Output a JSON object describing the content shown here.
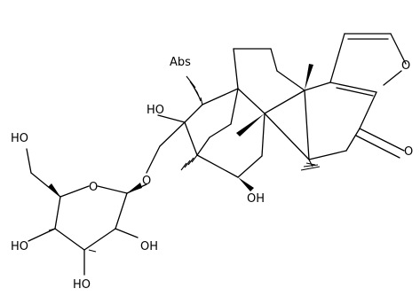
{
  "labels": {
    "o_furan": "O",
    "o_ketone": "O",
    "abs": "Abs",
    "ho_upper": "HO",
    "oh_b_ring": "OH",
    "o_ether": "O",
    "o_sugar_ring": "O",
    "ho_sugar_top": "HO",
    "ho_sugar_left": "HO",
    "oh_sugar_right": "OH",
    "ho_sugar_bottom": "HO"
  },
  "colors": {
    "bond": "#000000",
    "background": "#ffffff"
  }
}
